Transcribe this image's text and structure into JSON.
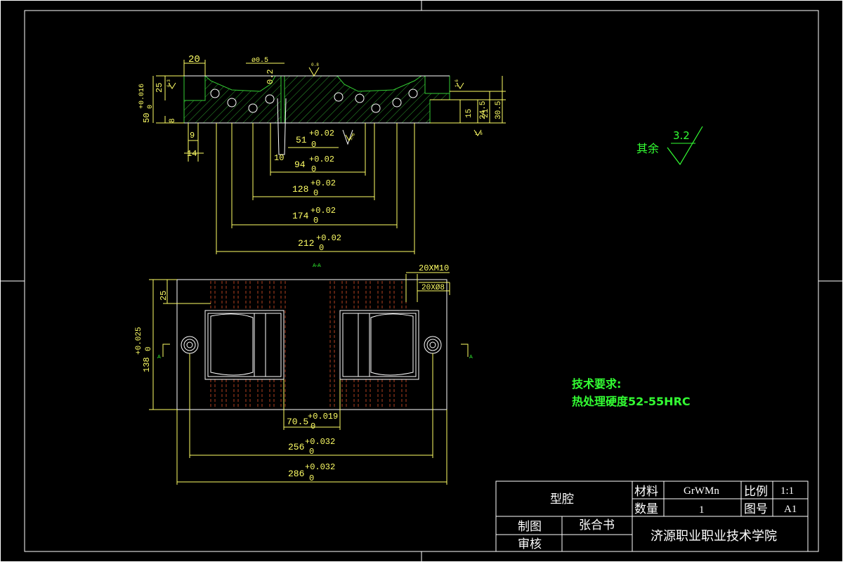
{
  "colors": {
    "frame": "#ffffff",
    "dimension": "#ffff66",
    "hatch": "#33cc33",
    "pin": "#b04020",
    "note": "#33ff33",
    "background": "#000000"
  },
  "section_view": {
    "dims": {
      "top_width": "20",
      "dia": "ø0.5",
      "gap": "0.2",
      "left_height_main": "50",
      "left_height_tol_upper": "+0.016",
      "left_height_tol_lower": "0",
      "left_upper": "25",
      "left_small": "8",
      "bottom_9": "9",
      "bottom_14": "14",
      "d10": "10",
      "right_15": "15",
      "right_21": "21",
      "right_24_5": "24.5",
      "right_30_5": "30.5",
      "rough_small": "6.3",
      "rough_tick": "0.8",
      "rough_right": "1.6"
    },
    "chain": [
      {
        "value": "51",
        "upper": "+0.02",
        "lower": "0"
      },
      {
        "value": "94",
        "upper": "+0.02",
        "lower": "0"
      },
      {
        "value": "128",
        "upper": "+0.02",
        "lower": "0"
      },
      {
        "value": "174",
        "upper": "+0.02",
        "lower": "0"
      },
      {
        "value": "212",
        "upper": "+0.02",
        "lower": "0"
      }
    ],
    "section_label": "A-A"
  },
  "plan_view": {
    "thread_callout": "20XM10",
    "hole_callout": "20XØ8",
    "dim_25": "25",
    "height_value": "138",
    "height_upper": "+0.025",
    "height_lower": "0",
    "section_mark": "A",
    "chain": [
      {
        "value": "70.5",
        "upper": "+0.019",
        "lower": "0"
      },
      {
        "value": "256",
        "upper": "+0.032",
        "lower": "0"
      },
      {
        "value": "286",
        "upper": "+0.032",
        "lower": "0"
      }
    ]
  },
  "roughness": {
    "label": "其余",
    "value": "3.2"
  },
  "tech_requirements": {
    "title": "技术要求:",
    "line1": "热处理硬度52-55HRC"
  },
  "title_block": {
    "part_name": "型腔",
    "material_label": "材料",
    "material_value": "GrWMn",
    "scale_label": "比例",
    "scale_value": "1:1",
    "quantity_label": "数量",
    "quantity_value": "1",
    "drawing_no_label": "图号",
    "drawing_no_value": "A1",
    "drafter_label": "制图",
    "drafter_value": "张合书",
    "reviewer_label": "审核",
    "school": "济源职业职业技术学院"
  }
}
